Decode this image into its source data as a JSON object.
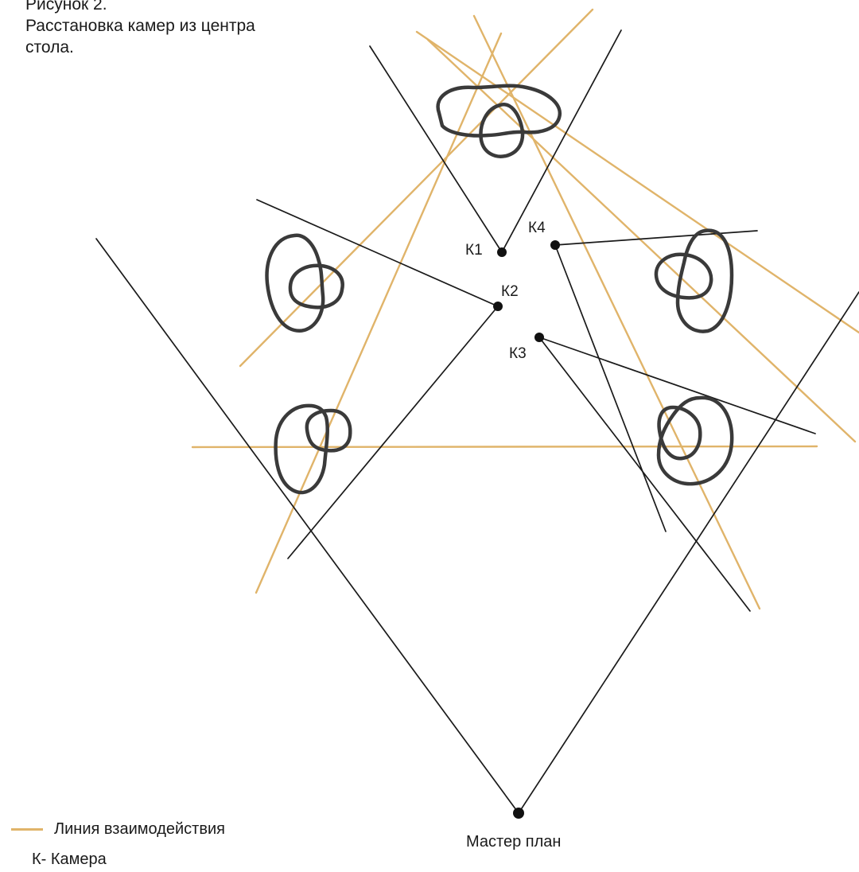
{
  "header": {
    "line1": "Рисунок 2.",
    "line2": "Расстановка камер из центра",
    "line3": "стола."
  },
  "cameras": [
    {
      "label": "К1"
    },
    {
      "label": "К2"
    },
    {
      "label": "К3"
    },
    {
      "label": "К4"
    }
  ],
  "master": {
    "label": "Мастер план"
  },
  "legend": {
    "interaction_line": "Линия взаимодействия",
    "camera": "К- Камера"
  },
  "colors": {
    "interaction_line": "#e0b46a",
    "camera_line": "#1a1a1a",
    "person_outline": "#3a3a3a"
  }
}
